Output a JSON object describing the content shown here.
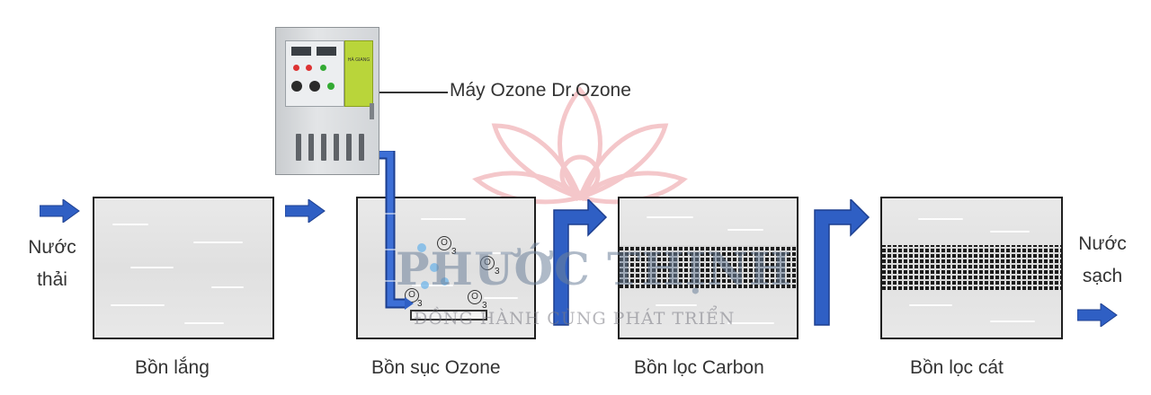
{
  "machine": {
    "callout": "Máy Ozone Dr.Ozone",
    "panel_text": "HÀ GIANG"
  },
  "inlet": {
    "label_line1": "Nước",
    "label_line2": "thải"
  },
  "outlet": {
    "label_line1": "Nước",
    "label_line2": "sạch"
  },
  "tanks": [
    {
      "label": "Bồn lắng"
    },
    {
      "label": "Bồn sục Ozone"
    },
    {
      "label": "Bồn lọc Carbon"
    },
    {
      "label": "Bồn lọc cát"
    }
  ],
  "ozone_symbol": "O",
  "ozone_subscript": "3",
  "watermark": {
    "brand": "PHƯỚC THỊNH",
    "tagline": "ĐỒNG HÀNH CÙNG PHÁT TRIỂN"
  },
  "colors": {
    "arrow_blue": "#2f5fc4",
    "tank_border": "#1f1f1f",
    "tank_fill": "#e4e4e4",
    "watermark_pink": "#e8888f",
    "panel_green": "#b9d53a"
  }
}
